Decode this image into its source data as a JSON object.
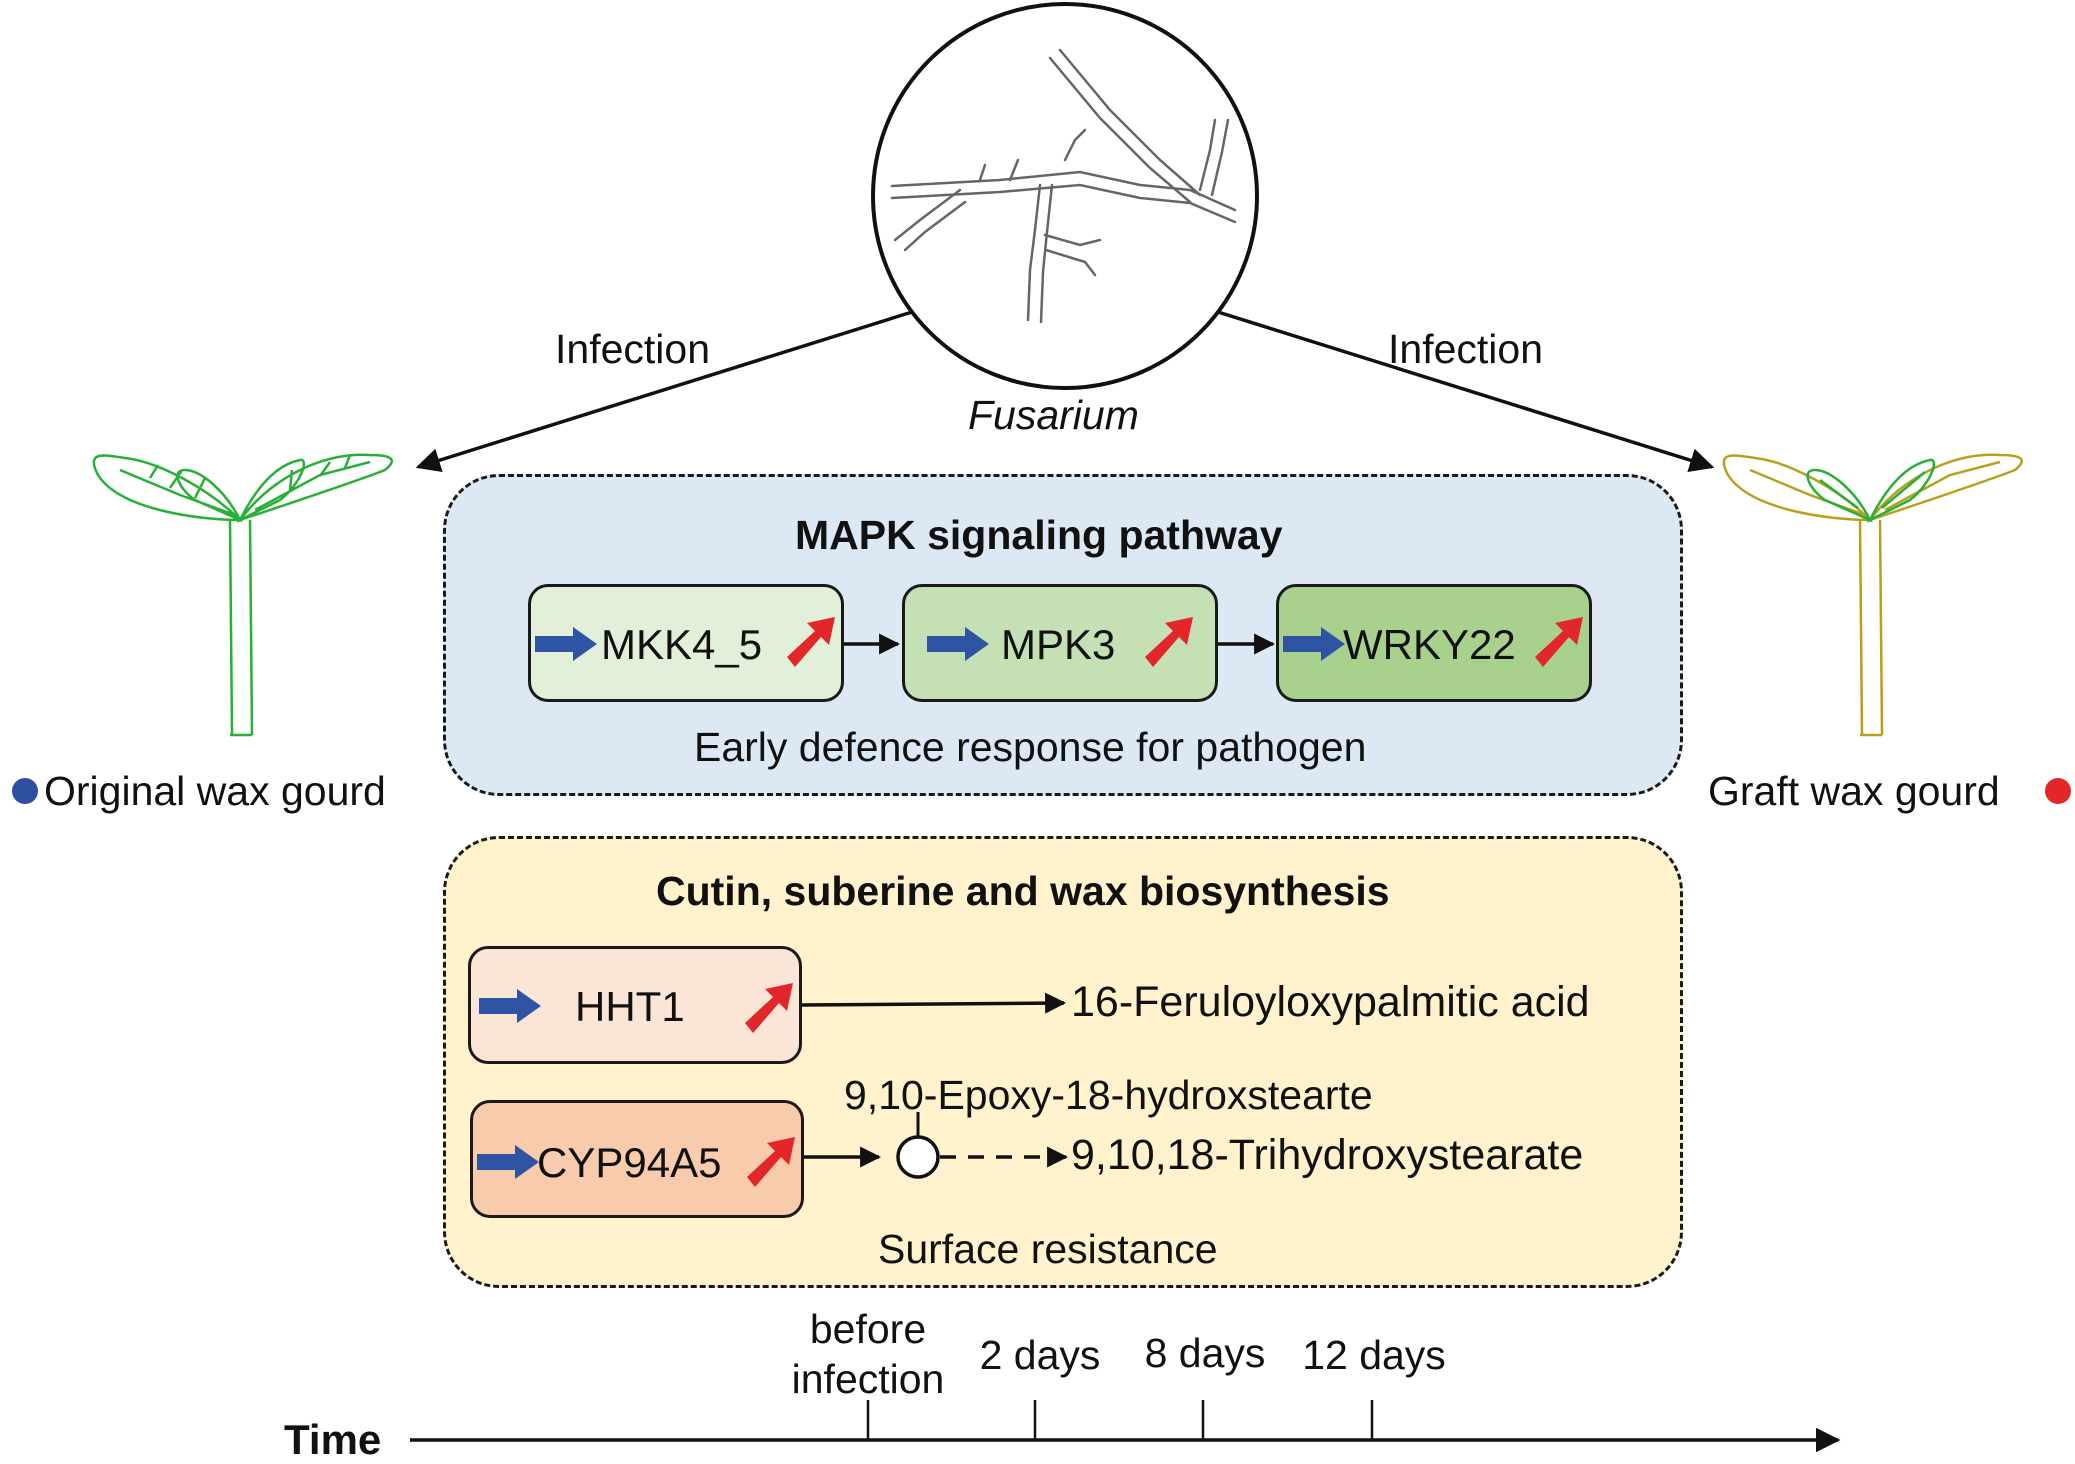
{
  "pathogen": {
    "name": "Fusarium",
    "infection_left": "Infection",
    "infection_right": "Infection"
  },
  "plants": {
    "original": {
      "label": "Original wax gourd",
      "dot_color": "#2d4f9e"
    },
    "graft": {
      "label": "Graft wax gourd",
      "dot_color": "#e3262a"
    }
  },
  "mapk_panel": {
    "title": "MAPK signaling pathway",
    "caption": "Early defence response for pathogen",
    "bg_color": "#dce9f5",
    "genes": [
      {
        "name": "MKK4_5",
        "color": "#e2efd9"
      },
      {
        "name": "MPK3",
        "color": "#c5e0b4"
      },
      {
        "name": "WRKY22",
        "color": "#a9d18e"
      }
    ]
  },
  "cutin_panel": {
    "title": "Cutin, suberine and wax biosynthesis",
    "caption": "Surface resistance",
    "bg_color": "#fff2cc",
    "genes": [
      {
        "name": "HHT1",
        "color": "#fbe5d6",
        "product": "16-Feruloyloxypalmitic acid"
      },
      {
        "name": "CYP94A5",
        "color": "#f8cbad",
        "intermediate": "9,10-Epoxy-18-hydroxstearte",
        "product": "9,10,18-Trihydroxystearate"
      }
    ]
  },
  "timeline": {
    "label": "Time",
    "ticks": [
      "before infection",
      "2 days",
      "8 days",
      "12 days"
    ],
    "tick_lines": [
      "before",
      "infection"
    ]
  },
  "icons": {
    "blue_arrow": "blue-right-arrow-icon",
    "red_arrow": "red-up-arrow-icon",
    "blue_arrow_color": "#2e55a3",
    "red_arrow_color": "#e3262a"
  }
}
